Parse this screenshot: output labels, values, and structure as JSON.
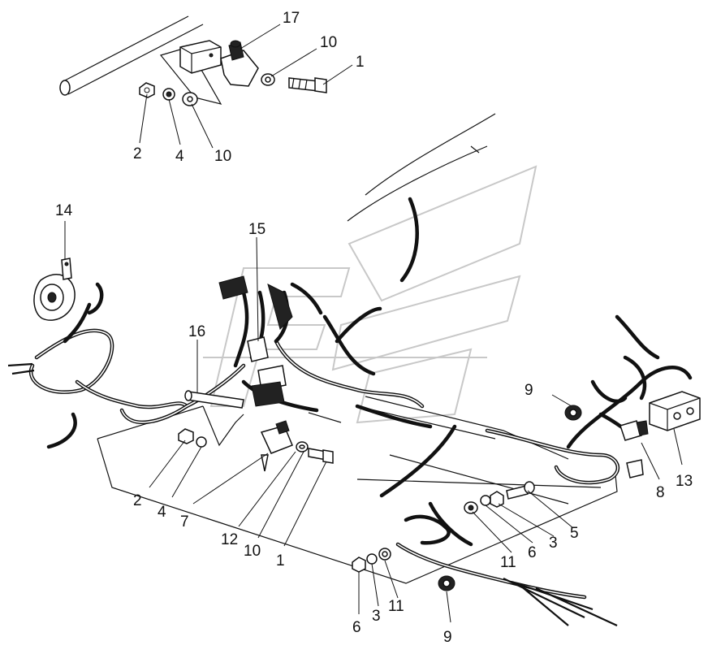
{
  "labels": {
    "top_17": "17",
    "top_10a": "10",
    "top_1": "1",
    "top_2": "2",
    "top_4": "4",
    "top_10b": "10",
    "l14": "14",
    "l15": "15",
    "l16": "16",
    "l9_right": "9",
    "l13": "13",
    "l8": "8",
    "l5": "5",
    "l3_right": "3",
    "l6_right": "6",
    "l11_right": "11",
    "l2_bottom": "2",
    "l4_bottom": "4",
    "l7": "7",
    "l12": "12",
    "l10_bottom": "10",
    "l1_bottom": "1",
    "l6_bottom": "6",
    "l3_bottom": "3",
    "l11_bottom": "11",
    "l9_bottom": "9"
  }
}
